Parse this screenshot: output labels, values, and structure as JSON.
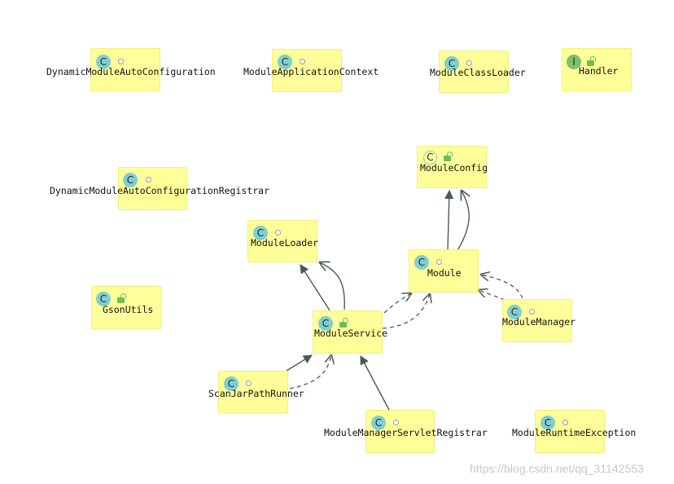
{
  "nodes": [
    {
      "id": "dmac",
      "label": "DynamicModuleAutoConfiguration",
      "kind": "C",
      "visibility": "package"
    },
    {
      "id": "mac",
      "label": "ModuleApplicationContext",
      "kind": "C",
      "visibility": "package"
    },
    {
      "id": "mcl",
      "label": "ModuleClassLoader",
      "kind": "C",
      "visibility": "package"
    },
    {
      "id": "handler",
      "label": "Handler",
      "kind": "I",
      "visibility": "public"
    },
    {
      "id": "mconfig",
      "label": "ModuleConfig",
      "kind": "C",
      "visibility": "public"
    },
    {
      "id": "dmacr",
      "label": "DynamicModuleAutoConfigurationRegistrar",
      "kind": "C",
      "visibility": "package"
    },
    {
      "id": "mloader",
      "label": "ModuleLoader",
      "kind": "C",
      "visibility": "package"
    },
    {
      "id": "module",
      "label": "Module",
      "kind": "C",
      "visibility": "package"
    },
    {
      "id": "gson",
      "label": "GsonUtils",
      "kind": "C",
      "visibility": "public"
    },
    {
      "id": "mservice",
      "label": "ModuleService",
      "kind": "C",
      "visibility": "public"
    },
    {
      "id": "mmanager",
      "label": "ModuleManager",
      "kind": "C",
      "visibility": "package"
    },
    {
      "id": "scan",
      "label": "ScanJarPathRunner",
      "kind": "C",
      "visibility": "package"
    },
    {
      "id": "msr",
      "label": "ModuleManagerServletRegistrar",
      "kind": "C",
      "visibility": "package"
    },
    {
      "id": "mre",
      "label": "ModuleRuntimeException",
      "kind": "C",
      "visibility": "package"
    }
  ],
  "edges": [
    {
      "from": "module",
      "to": "mconfig",
      "style": "solid"
    },
    {
      "from": "module",
      "to": "mconfig",
      "style": "solid-curved"
    },
    {
      "from": "mservice",
      "to": "mloader",
      "style": "solid"
    },
    {
      "from": "mservice",
      "to": "mloader",
      "style": "solid-curved"
    },
    {
      "from": "mservice",
      "to": "module",
      "style": "dashed"
    },
    {
      "from": "mservice",
      "to": "module",
      "style": "dashed-curved"
    },
    {
      "from": "mmanager",
      "to": "module",
      "style": "dashed"
    },
    {
      "from": "mmanager",
      "to": "module",
      "style": "dashed-curved"
    },
    {
      "from": "scan",
      "to": "mservice",
      "style": "solid"
    },
    {
      "from": "scan",
      "to": "mservice",
      "style": "dashed-curved"
    },
    {
      "from": "msr",
      "to": "mservice",
      "style": "solid"
    }
  ],
  "colors": {
    "node_fill": "#ffff99",
    "class_badge": "#7ecfd0",
    "interface_badge": "#7dbf6b",
    "edge": "#4a5a5e"
  },
  "watermark": "https://blog.csdn.net/qq_31142553"
}
